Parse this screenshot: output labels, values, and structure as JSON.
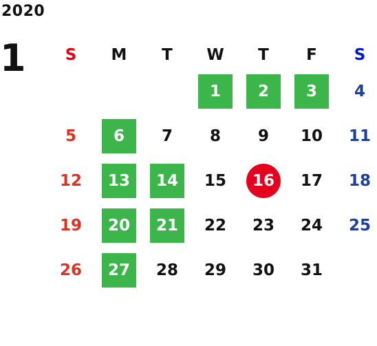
{
  "calendar": {
    "year": "2020",
    "month": "1",
    "weekdays": [
      "S",
      "M",
      "T",
      "W",
      "T",
      "F",
      "S"
    ],
    "colors": {
      "sunday": "#e03020",
      "saturday": "#1e3f9a",
      "holiday_bg": "#3cb54a",
      "today_bg": "#e60020"
    },
    "weeks": [
      [
        "",
        "",
        "",
        "1",
        "2",
        "3",
        "4"
      ],
      [
        "5",
        "6",
        "7",
        "8",
        "9",
        "10",
        "11"
      ],
      [
        "12",
        "13",
        "14",
        "15",
        "16",
        "17",
        "18"
      ],
      [
        "19",
        "20",
        "21",
        "22",
        "23",
        "24",
        "25"
      ],
      [
        "26",
        "27",
        "28",
        "29",
        "30",
        "31",
        ""
      ]
    ],
    "highlighted_days": [
      "1",
      "2",
      "3",
      "6",
      "13",
      "14",
      "20",
      "21",
      "27"
    ],
    "today": "16"
  }
}
